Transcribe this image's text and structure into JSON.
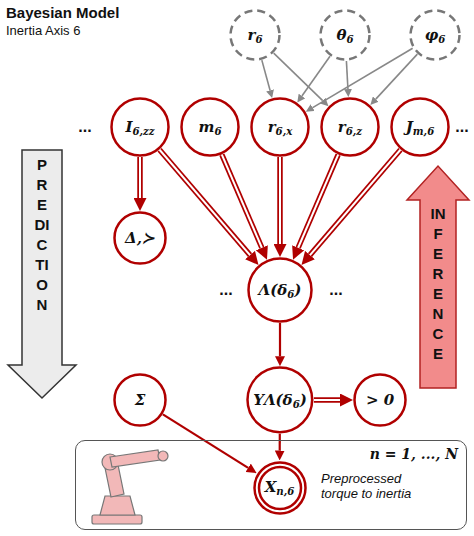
{
  "diagram": {
    "title": "Bayesian Model",
    "nodes": [
      {
        "text": [
          "r6"
        ]
      },
      {
        "text": [
          "θ6"
        ]
      },
      {
        "text": [
          "φ6"
        ]
      },
      {
        "text": [
          "I6,zz"
        ]
      },
      {
        "text": [
          "m6"
        ]
      },
      {
        "text": [
          "r6,x"
        ]
      },
      {
        "text": [
          "r6,z"
        ]
      },
      {
        "text": [
          "Jm,6"
        ]
      },
      {
        "text": [
          "Δ,≻"
        ]
      },
      {
        "text": [
          "Λ(δ6)"
        ]
      },
      {
        "text": [
          "Σ"
        ]
      },
      {
        "text": [
          "YΛ(δ6)"
        ]
      },
      {
        "text": [
          "> 0"
        ]
      },
      {
        "text": [
          "n = 1, ..., N",
          "Preprocessed torque to inertia"
        ]
      },
      {
        "text": [
          "Xn,6"
        ],
        "in": 13
      }
    ],
    "edges": [
      {
        "from": 0,
        "to": 5,
        "arrow": "to"
      },
      {
        "from": 0,
        "to": 6,
        "arrow": "to"
      },
      {
        "from": 1,
        "to": 5,
        "arrow": "to"
      },
      {
        "from": 1,
        "to": 6,
        "arrow": "to"
      },
      {
        "from": 2,
        "to": 5,
        "arrow": "to"
      },
      {
        "from": 2,
        "to": 6,
        "arrow": "to"
      },
      {
        "from": 3,
        "to": 8,
        "arrow": "to"
      },
      {
        "from": 3,
        "to": 9,
        "arrow": "to"
      },
      {
        "from": 4,
        "to": 9,
        "arrow": "to"
      },
      {
        "from": 5,
        "to": 9,
        "arrow": "to"
      },
      {
        "from": 6,
        "to": 9,
        "arrow": "to"
      },
      {
        "from": 7,
        "to": 9,
        "arrow": "to"
      },
      {
        "from": 9,
        "to": 11,
        "arrow": "to"
      },
      {
        "from": 11,
        "to": 12,
        "arrow": "to"
      },
      {
        "from": 10,
        "to": 14,
        "arrow": "to"
      },
      {
        "from": 11,
        "to": 14,
        "arrow": "to"
      }
    ],
    "labels": [
      "Inertia Axis 6",
      "...",
      "...",
      "PREDICTION",
      "...",
      "...",
      "INFERENCE"
    ]
  }
}
